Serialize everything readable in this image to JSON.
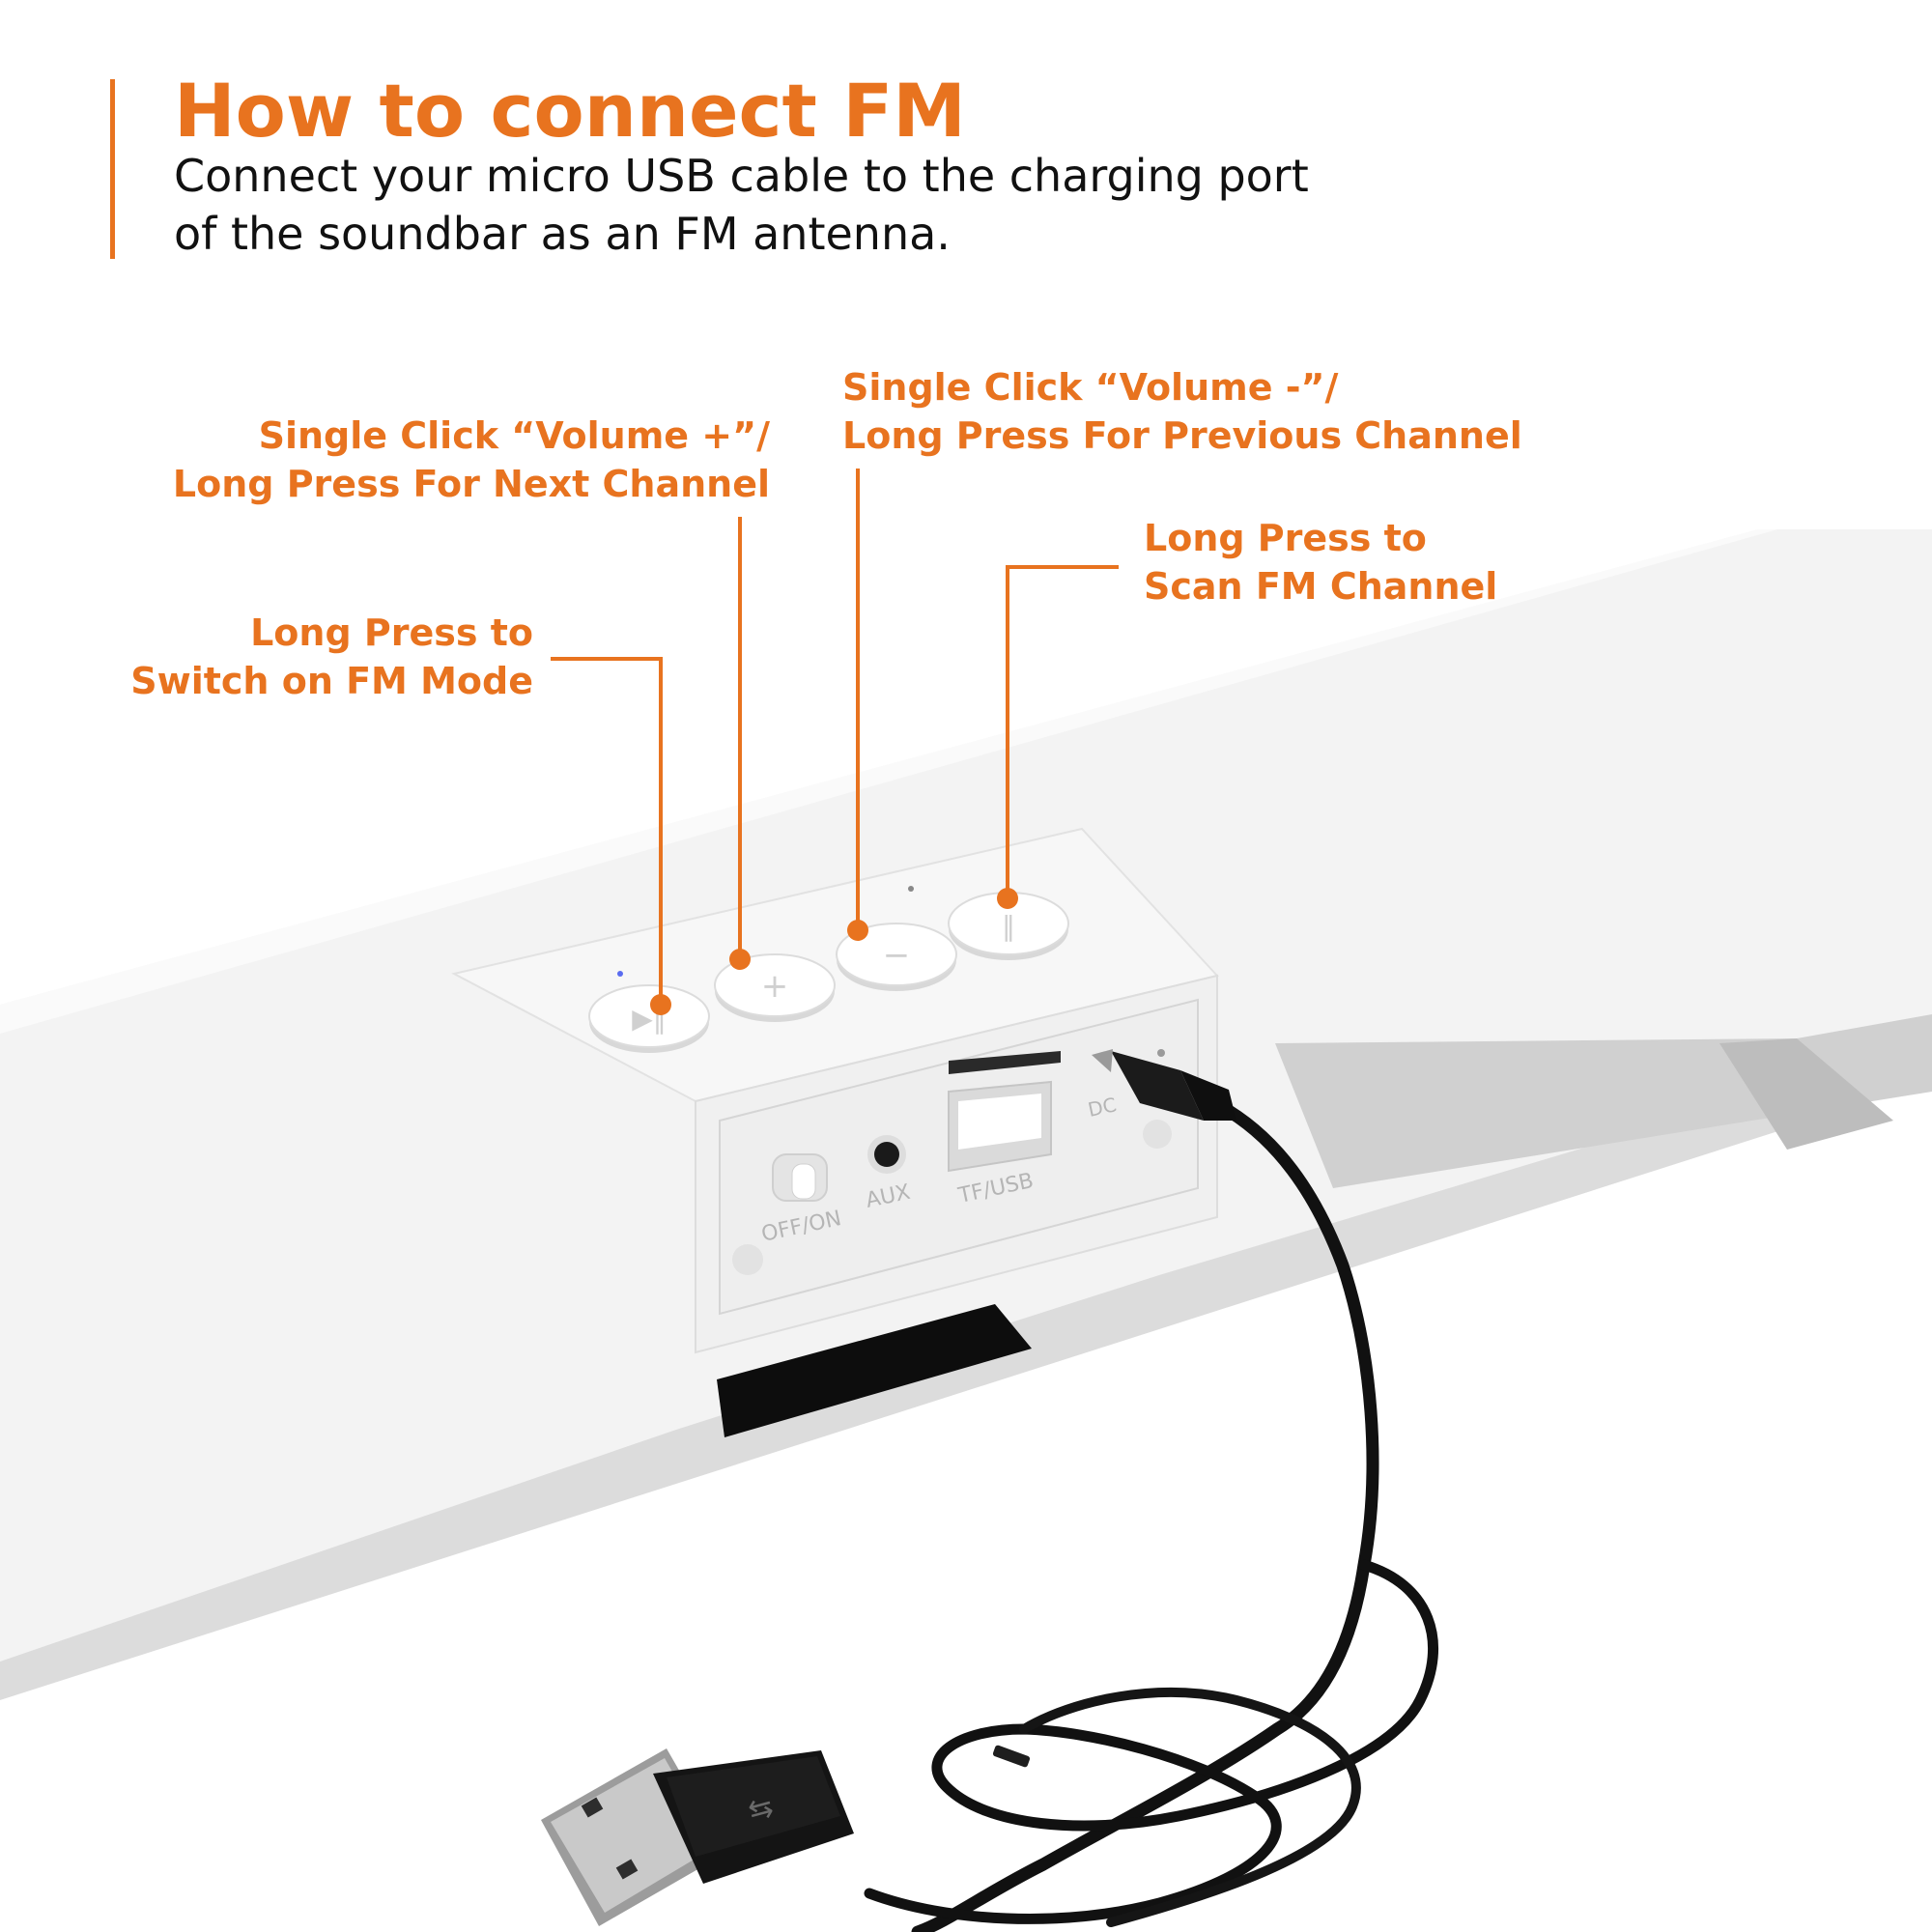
{
  "header": {
    "title": "How to connect FM",
    "subtitle": "Connect your micro USB cable to the charging port of the soundbar as an FM antenna."
  },
  "callouts": {
    "fm_mode": "Long Press to\nSwitch on FM Mode",
    "volume_plus": "Single Click “Volume +”/\nLong Press For Next Channel",
    "volume_minus": "Single Click “Volume -”/\nLong Press For Previous Channel",
    "scan": "Long Press to\nScan FM Channel"
  },
  "port_labels": {
    "switch": "OFF/ON",
    "aux": "AUX",
    "tf_usb": "TF/USB",
    "dc": "DC"
  },
  "icons": {
    "mode_button": "mode-icon",
    "volume_plus_button": "plus-icon",
    "volume_minus_button": "minus-icon",
    "play_pause_button": "play-pause-icon",
    "usb": "usb-icon"
  },
  "colors": {
    "accent": "#e8731f",
    "text": "#111111",
    "cable": "#111111",
    "device": "#f2f2f2"
  }
}
